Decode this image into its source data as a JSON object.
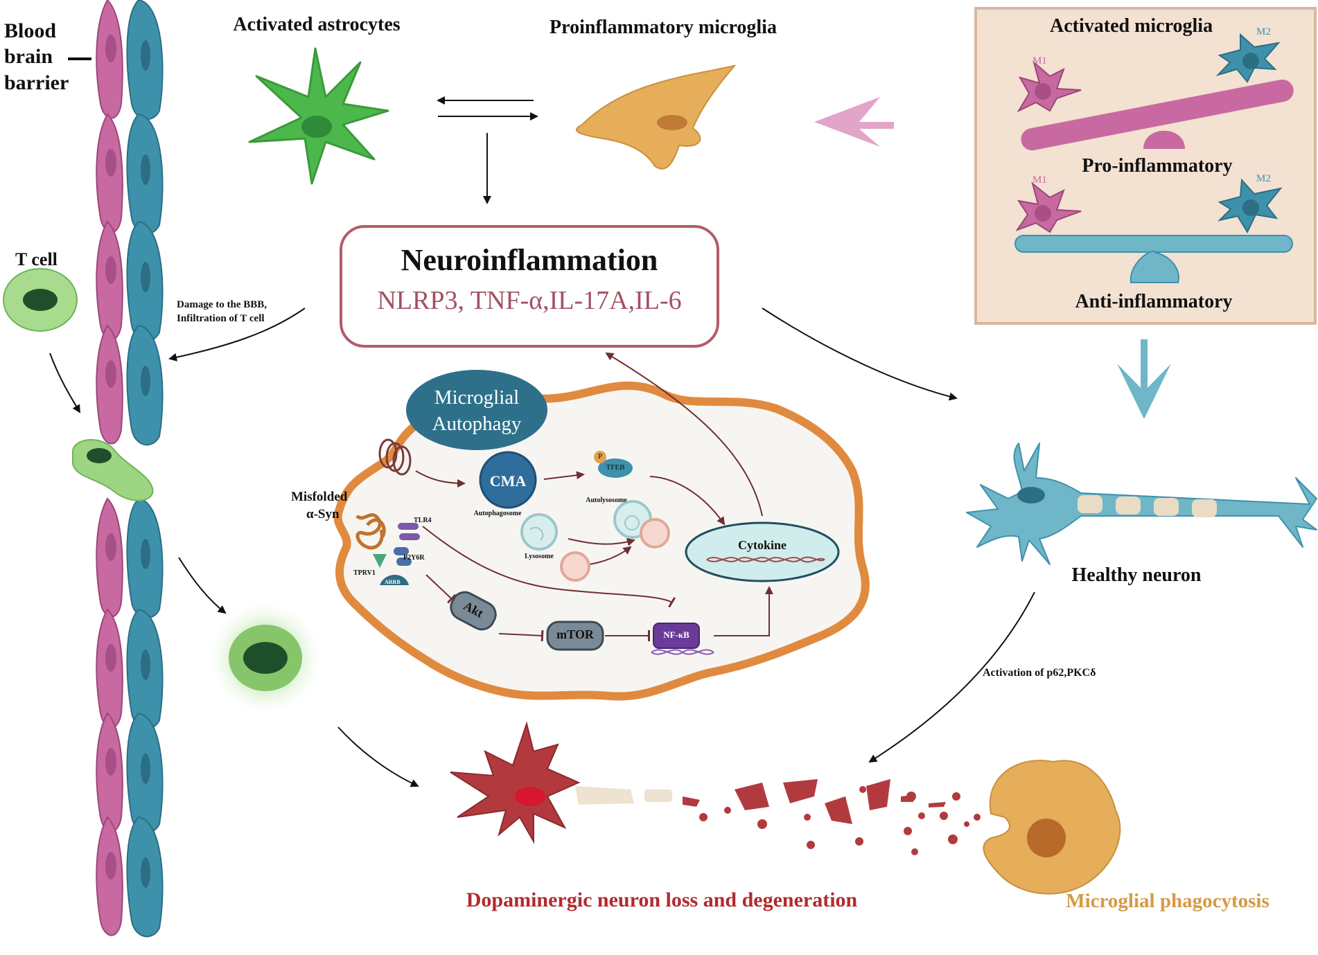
{
  "bbb_label": [
    "Blood",
    "brain",
    "barrier"
  ],
  "t_cell_label": "T cell",
  "astrocytes_label": "Activated astrocytes",
  "proinflammatory_microglia_label": "Proinflammatory microglia",
  "activated_panel": {
    "title": "Activated microglia",
    "m1": "M1",
    "m2": "M2",
    "pro_label": "Pro-inflammatory",
    "anti_label": "Anti-inflammatory"
  },
  "neuroinflammation": {
    "title": "Neuroinflammation",
    "markers": "NLRP3, TNF-α,IL-17A,IL-6"
  },
  "bbb_damage": [
    "Damage to the BBB,",
    "Infiltration of T cell"
  ],
  "cell": {
    "autophagy": [
      "Microglial",
      "Autophagy"
    ],
    "cma": "CMA",
    "autophagosome": "Autophagosome",
    "autolysosome": "Autolysosome",
    "lysosome": "Lysosome",
    "tfeb": "TFEB",
    "p": "P",
    "cytokine": "Cytokine",
    "misfolded": [
      "Misfolded",
      "α-Syn"
    ],
    "tlr4": "TLR4",
    "p2y6r": "P2Y6R",
    "tprv1": "TPRV1",
    "arrb": "ARRB",
    "akt": "Akt",
    "mtor": "mTOR",
    "nfkb": "NF-κB"
  },
  "healthy_neuron": "Healthy neuron",
  "p62_label": "Activation of p62,PKCδ",
  "degeneration_label": "Dopaminergic neuron loss and degeneration",
  "phagocytosis_label": "Microglial phagocytosis",
  "colors": {
    "pink": "#c86aa1",
    "teal": "#3e91ab",
    "green": "#4cb84c",
    "orange_microglia": "#e6ad5a",
    "inflam_border": "#b35b6a",
    "markers_red": "#a05262",
    "panel_bg": "#f3e1d2",
    "panel_border": "#d8b79f",
    "cell_border": "#e08a3f",
    "degeneration_red": "#b22a2e",
    "phagocytosis_gold": "#d49a46"
  }
}
